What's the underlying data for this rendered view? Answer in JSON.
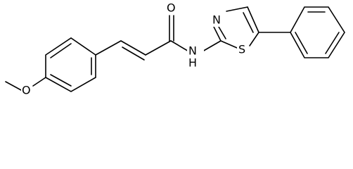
{
  "molecule": {
    "atoms": {
      "methoxy_o": "O",
      "carbonyl_o": "O",
      "amide_n": "N",
      "amide_h": "H",
      "ring_n": "N",
      "ring_s": "S"
    },
    "colors": {
      "bond": "#000000",
      "label": "#000000",
      "background": "#ffffff"
    }
  }
}
